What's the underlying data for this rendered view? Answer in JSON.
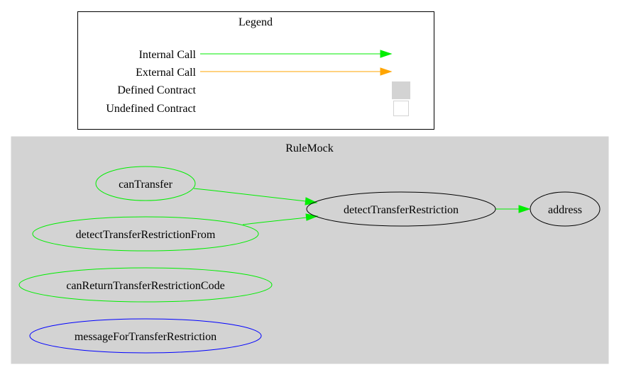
{
  "legend": {
    "title": "Legend",
    "items": [
      {
        "label": "Internal Call",
        "kind": "edge",
        "color": "#00ee00"
      },
      {
        "label": "External Call",
        "kind": "edge",
        "color": "#ffa500"
      },
      {
        "label": "Defined Contract",
        "kind": "box",
        "fill": "#d3d3d3",
        "stroke": "#d3d3d3"
      },
      {
        "label": "Undefined Contract",
        "kind": "box",
        "fill": "#ffffff",
        "stroke": "#d3d3d3"
      }
    ]
  },
  "cluster": {
    "title": "RuleMock",
    "fill": "#d3d3d3"
  },
  "nodes": {
    "can_transfer": {
      "label": "canTransfer",
      "stroke": "#00ee00"
    },
    "detect_from": {
      "label": "detectTransferRestrictionFrom",
      "stroke": "#00ee00"
    },
    "can_return": {
      "label": "canReturnTransferRestrictionCode",
      "stroke": "#00ee00"
    },
    "message": {
      "label": "messageForTransferRestriction",
      "stroke": "#0000ff"
    },
    "detect": {
      "label": "detectTransferRestriction",
      "stroke": "#000000"
    },
    "address": {
      "label": "address",
      "stroke": "#000000"
    }
  },
  "edges": [
    {
      "from": "can_transfer",
      "to": "detect",
      "type": "internal",
      "color": "#00ee00"
    },
    {
      "from": "detect_from",
      "to": "detect",
      "type": "internal",
      "color": "#00ee00"
    },
    {
      "from": "detect",
      "to": "address",
      "type": "internal",
      "color": "#00ee00"
    }
  ]
}
